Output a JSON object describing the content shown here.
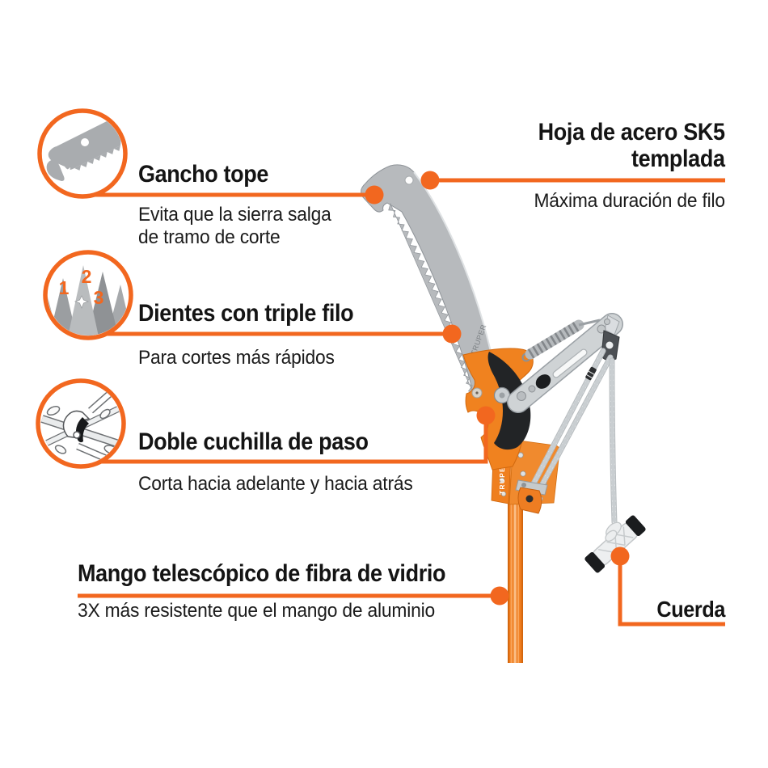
{
  "colors": {
    "accent": "#f2671f",
    "tool_orange": "#f0821f",
    "metal": "#cfd3d5",
    "blade_gray": "#b7babd"
  },
  "product": {
    "brand": "TRUPER"
  },
  "callouts": {
    "gancho": {
      "title": "Gancho tope",
      "desc_lines": [
        "Evita que la sierra salga",
        "de tramo de corte"
      ]
    },
    "hoja": {
      "title_lines": [
        "Hoja de acero SK5",
        "templada"
      ],
      "desc": "Máxima duración de filo"
    },
    "dientes": {
      "title": "Dientes con triple filo",
      "desc": "Para cortes más rápidos"
    },
    "doble": {
      "title": "Doble cuchilla de paso",
      "desc": "Corta hacia adelante y hacia atrás"
    },
    "mango": {
      "title": "Mango telescópico de fibra de vidrio",
      "desc": "3X más resistente que el mango de aluminio"
    },
    "cuerda": {
      "title": "Cuerda"
    }
  },
  "icons": {
    "tooth_numbers": [
      "1",
      "2",
      "3"
    ]
  }
}
